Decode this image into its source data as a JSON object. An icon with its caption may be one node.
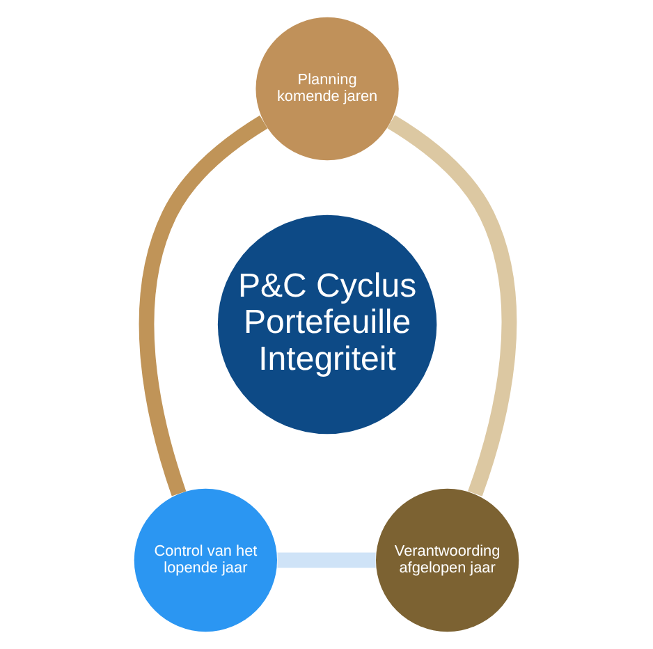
{
  "diagram": {
    "nodes": [
      {
        "text": [
          "P&C Cyclus Portefeuille Integriteit"
        ]
      },
      {
        "text": [
          "Planning komende jaren"
        ]
      },
      {
        "text": [
          "Control van het lopende jaar"
        ]
      },
      {
        "text": [
          "Verantwoording afgelopen jaar"
        ]
      }
    ],
    "edges": [
      {
        "from": 1,
        "to": 2,
        "arrow": "none",
        "color": "#c09458"
      },
      {
        "from": 2,
        "to": 3,
        "arrow": "none",
        "color": "#cfe3f7"
      },
      {
        "from": 3,
        "to": 1,
        "arrow": "none",
        "color": "#dcc8a2"
      }
    ]
  }
}
